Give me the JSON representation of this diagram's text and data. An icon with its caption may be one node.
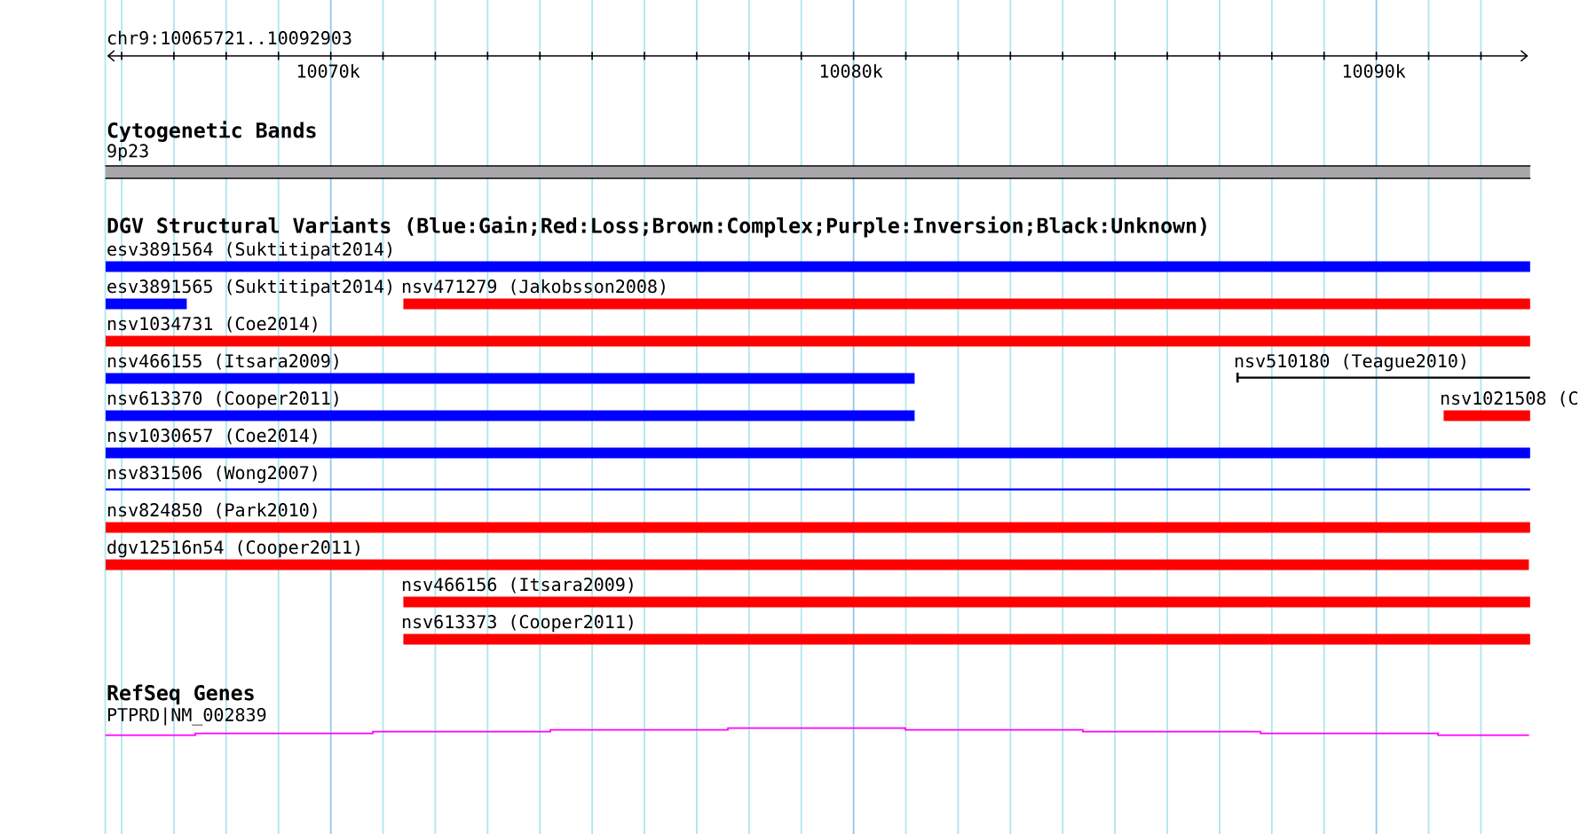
{
  "diagram": {
    "nodes": [
      {
        "text": [],
        "shape": "bar",
        "beside": [
          "9p23"
        ]
      },
      {
        "text": [],
        "shape": "bar",
        "beside": [
          "esv3891564 (Suktitipat2014)"
        ]
      },
      {
        "text": [],
        "shape": "bar",
        "beside": [
          "esv3891565 (Suktitipat2014)"
        ]
      },
      {
        "text": [],
        "shape": "bar",
        "beside": [
          "nsv471279 (Jakobsson2008)"
        ]
      },
      {
        "text": [],
        "shape": "bar",
        "beside": [
          "nsv1034731 (Coe2014)"
        ]
      },
      {
        "text": [],
        "shape": "bar",
        "beside": [
          "nsv466155 (Itsara2009)"
        ]
      },
      {
        "text": [],
        "shape": "line",
        "beside": [
          "nsv510180 (Teague2010)"
        ]
      },
      {
        "text": [],
        "shape": "bar",
        "beside": [
          "nsv613370 (Cooper2011)"
        ]
      },
      {
        "text": [],
        "shape": "bar",
        "beside": [
          "nsv1021508 (C"
        ]
      },
      {
        "text": [],
        "shape": "bar",
        "beside": [
          "nsv1030657 (Coe2014)"
        ]
      },
      {
        "text": [],
        "shape": "line",
        "beside": [
          "nsv831506 (Wong2007)"
        ]
      },
      {
        "text": [],
        "shape": "bar",
        "beside": [
          "nsv824850 (Park2010)"
        ]
      },
      {
        "text": [],
        "shape": "bar",
        "beside": [
          "dgv12516n54 (Cooper2011)"
        ]
      },
      {
        "text": [],
        "shape": "bar",
        "beside": [
          "nsv466156 (Itsara2009)"
        ]
      },
      {
        "text": [],
        "shape": "bar",
        "beside": [
          "nsv613373 (Cooper2011)"
        ]
      },
      {
        "text": [],
        "shape": "line",
        "beside": [
          "PTPRD|NM_002839"
        ]
      }
    ],
    "labels": [
      "chr9:10065721..10092903",
      "10070k",
      "10080k",
      "10090k",
      "Cytogenetic Bands",
      "DGV Structural Variants (Blue:Gain;Red:Loss;Brown:Complex;Purple:Inversion;Black:Unknown)",
      "RefSeq Genes"
    ]
  }
}
